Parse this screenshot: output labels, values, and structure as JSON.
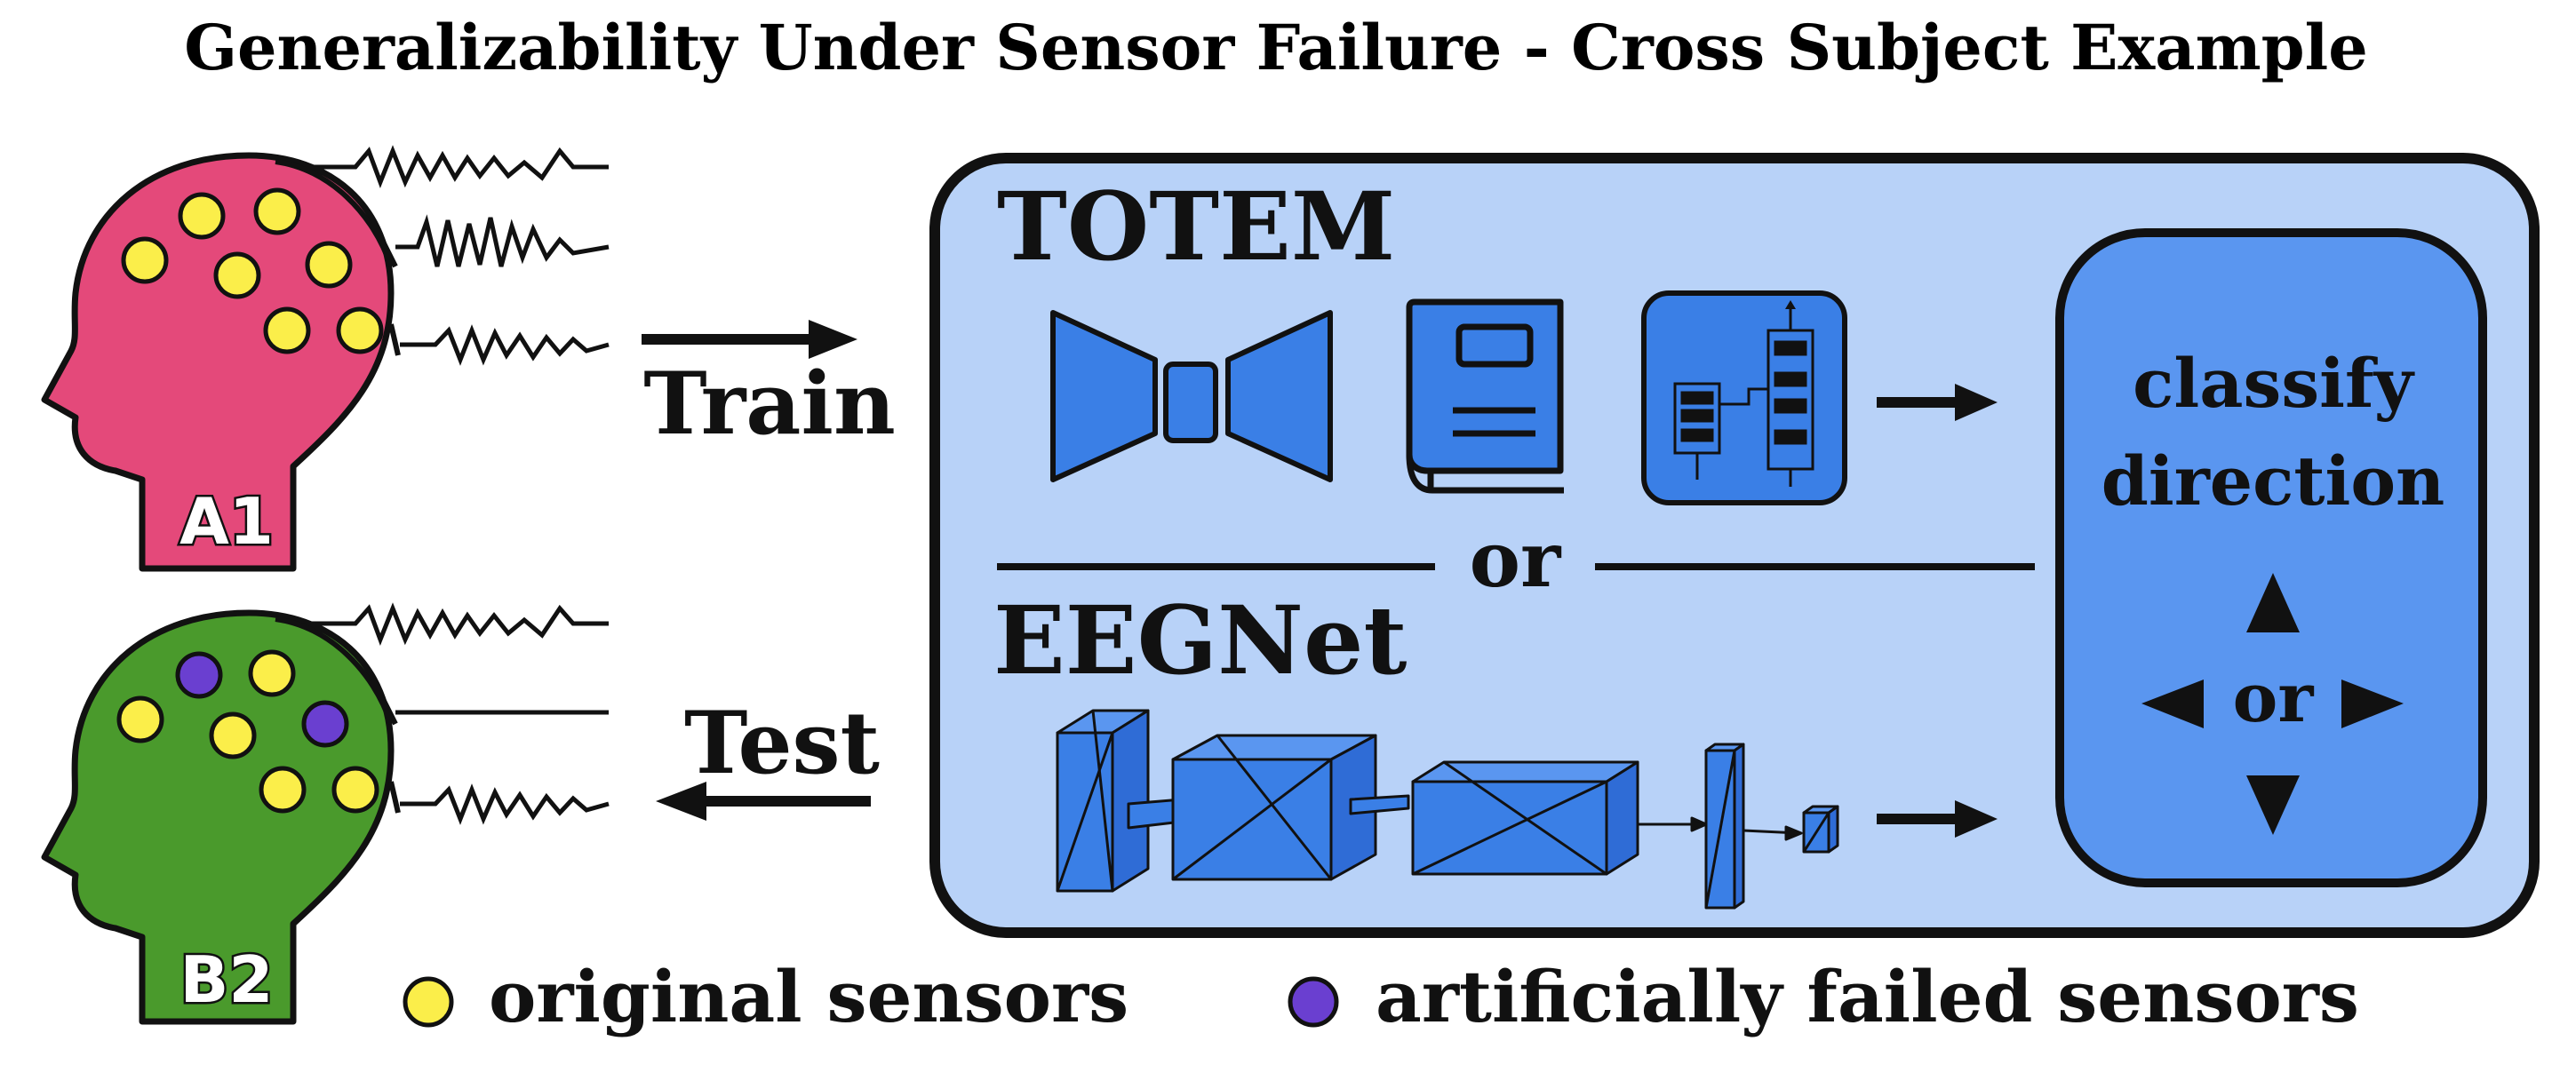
{
  "title": "Generalizability Under Sensor Failure - Cross Subject Example",
  "subjects": [
    {
      "label": "A1",
      "head_color": "#e4497a",
      "signals": [
        "noisy",
        "noisy",
        "noisy"
      ]
    },
    {
      "label": "B2",
      "head_color": "#4a9a2c",
      "signals": [
        "noisy",
        "flat",
        "noisy"
      ]
    }
  ],
  "arrows": {
    "train": "Train",
    "test": "Test"
  },
  "model_box": {
    "totem_label": "TOTEM",
    "separator": "or",
    "eegnet_label": "EEGNet",
    "output": {
      "line1": "classify",
      "line2": "direction",
      "or": "or"
    }
  },
  "legend": {
    "original": "original sensors",
    "failed": "artificially failed sensors"
  },
  "colors": {
    "sensor_ok": "#fbee4a",
    "sensor_failed": "#6a3fd0",
    "panel": "#b8d2f8",
    "block": "#3a7fe6",
    "output_box": "#5a96f0"
  }
}
